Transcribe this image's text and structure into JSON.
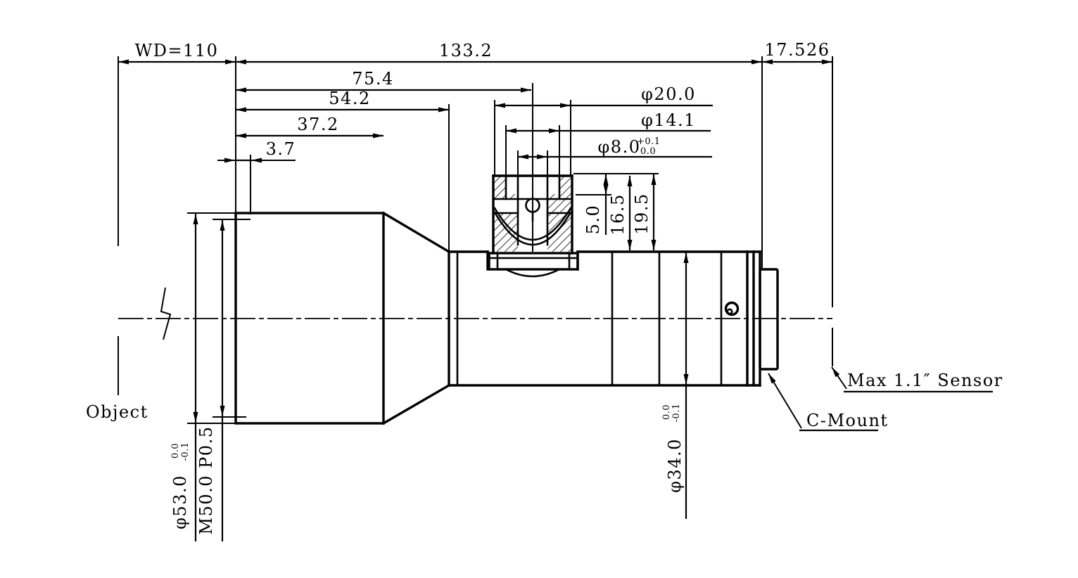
{
  "dims": {
    "wd": "WD=110",
    "total": "133.2",
    "flange": "17.526",
    "l1": "75.4",
    "l2": "54.2",
    "l3": "37.2",
    "l4": "3.7",
    "phi20": "φ20.0",
    "phi14": "φ14.1",
    "phi8": "φ8.0",
    "phi8_hi": "+0.1",
    "phi8_lo": "0.0",
    "h1": "5.0",
    "h2": "16.5",
    "h3": "19.5",
    "phi53": "φ53.0",
    "phi53_hi": "0.0",
    "phi53_lo": "-0.1",
    "thread": "M50.0 P0.5",
    "phi34": "φ34.0",
    "phi34_hi": "0.0",
    "phi34_lo": "-0.1"
  },
  "labels": {
    "object": "Object",
    "sensor": "Max 1.1″ Sensor",
    "cmount": "C-Mount"
  },
  "colors": {
    "line": "#000000",
    "background": "#ffffff"
  }
}
